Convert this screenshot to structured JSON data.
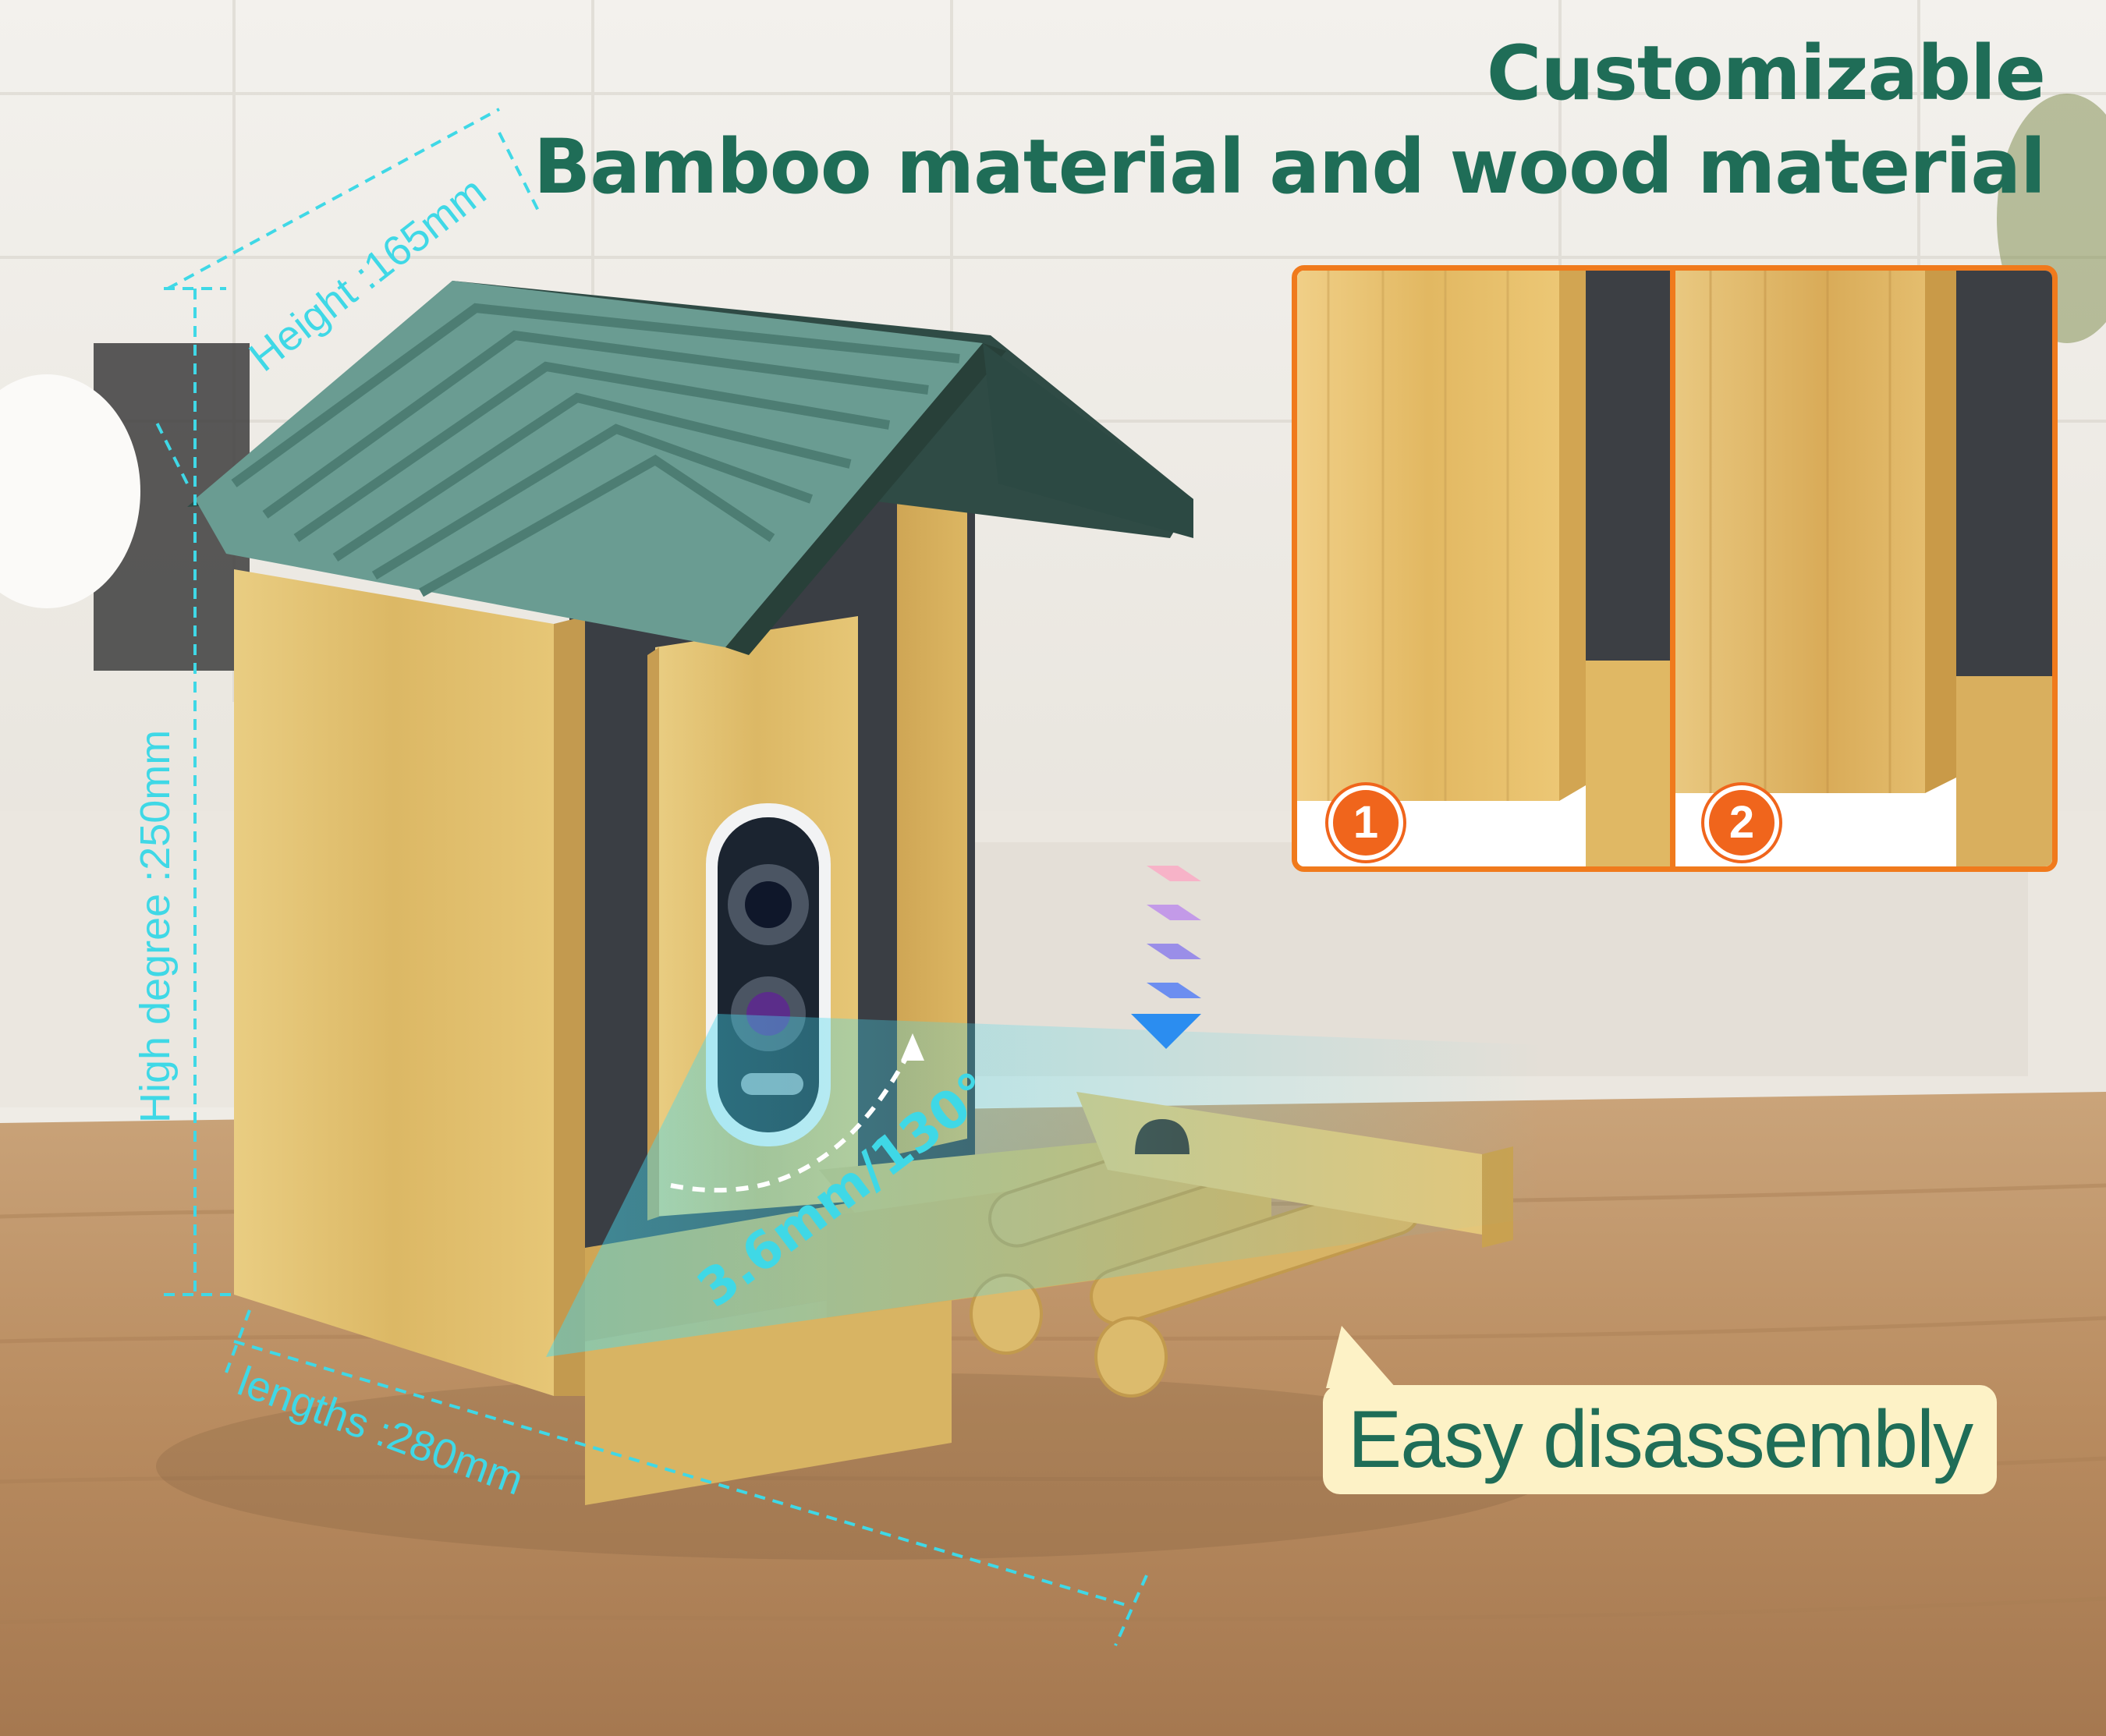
{
  "headline": {
    "line1": "Customizable",
    "line2": "Bamboo material and wood material"
  },
  "dimensions": {
    "height": "Height :165mm",
    "high_degree": "High degree :250mm",
    "length": "lengths :280mm"
  },
  "lens_spec": "3.6mm/130°",
  "material_options": [
    {
      "number": "1"
    },
    {
      "number": "2"
    }
  ],
  "callout": "Easy disassembly",
  "colors": {
    "headline": "#1f6d57",
    "dimension": "#3fd8e6",
    "inset_border": "#f07a1c",
    "badge": "#f0651c",
    "callout_bg": "#fdf2c6",
    "roof": "#5e8f86",
    "bamboo": "#e7c678"
  }
}
